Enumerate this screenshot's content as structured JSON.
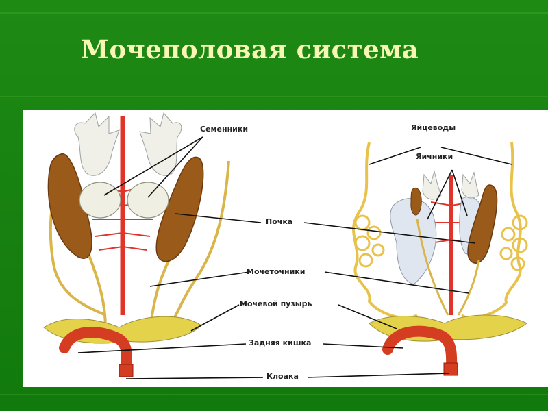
{
  "title": "Мочеполовая система",
  "labels": {
    "testes": "Семенники",
    "oviducts": "Яйцеводы",
    "ovaries": "Яичники",
    "kidney": "Почка",
    "ureters": "Мочеточники",
    "bladder": "Мочевой пузырь",
    "hindgut": "Задняя кишка",
    "cloaca": "Клоака"
  },
  "colors": {
    "background": "#178010",
    "title": "#f7f6b4",
    "panel": "#ffffff",
    "kidney": "#9a5a1a",
    "vessels": "#e0342a",
    "ducts": "#e8c24a",
    "bladder": "#e3d24a",
    "gut": "#d43d22",
    "gonads": "#f0f0e8",
    "ovaries": "#dfe6ef"
  }
}
